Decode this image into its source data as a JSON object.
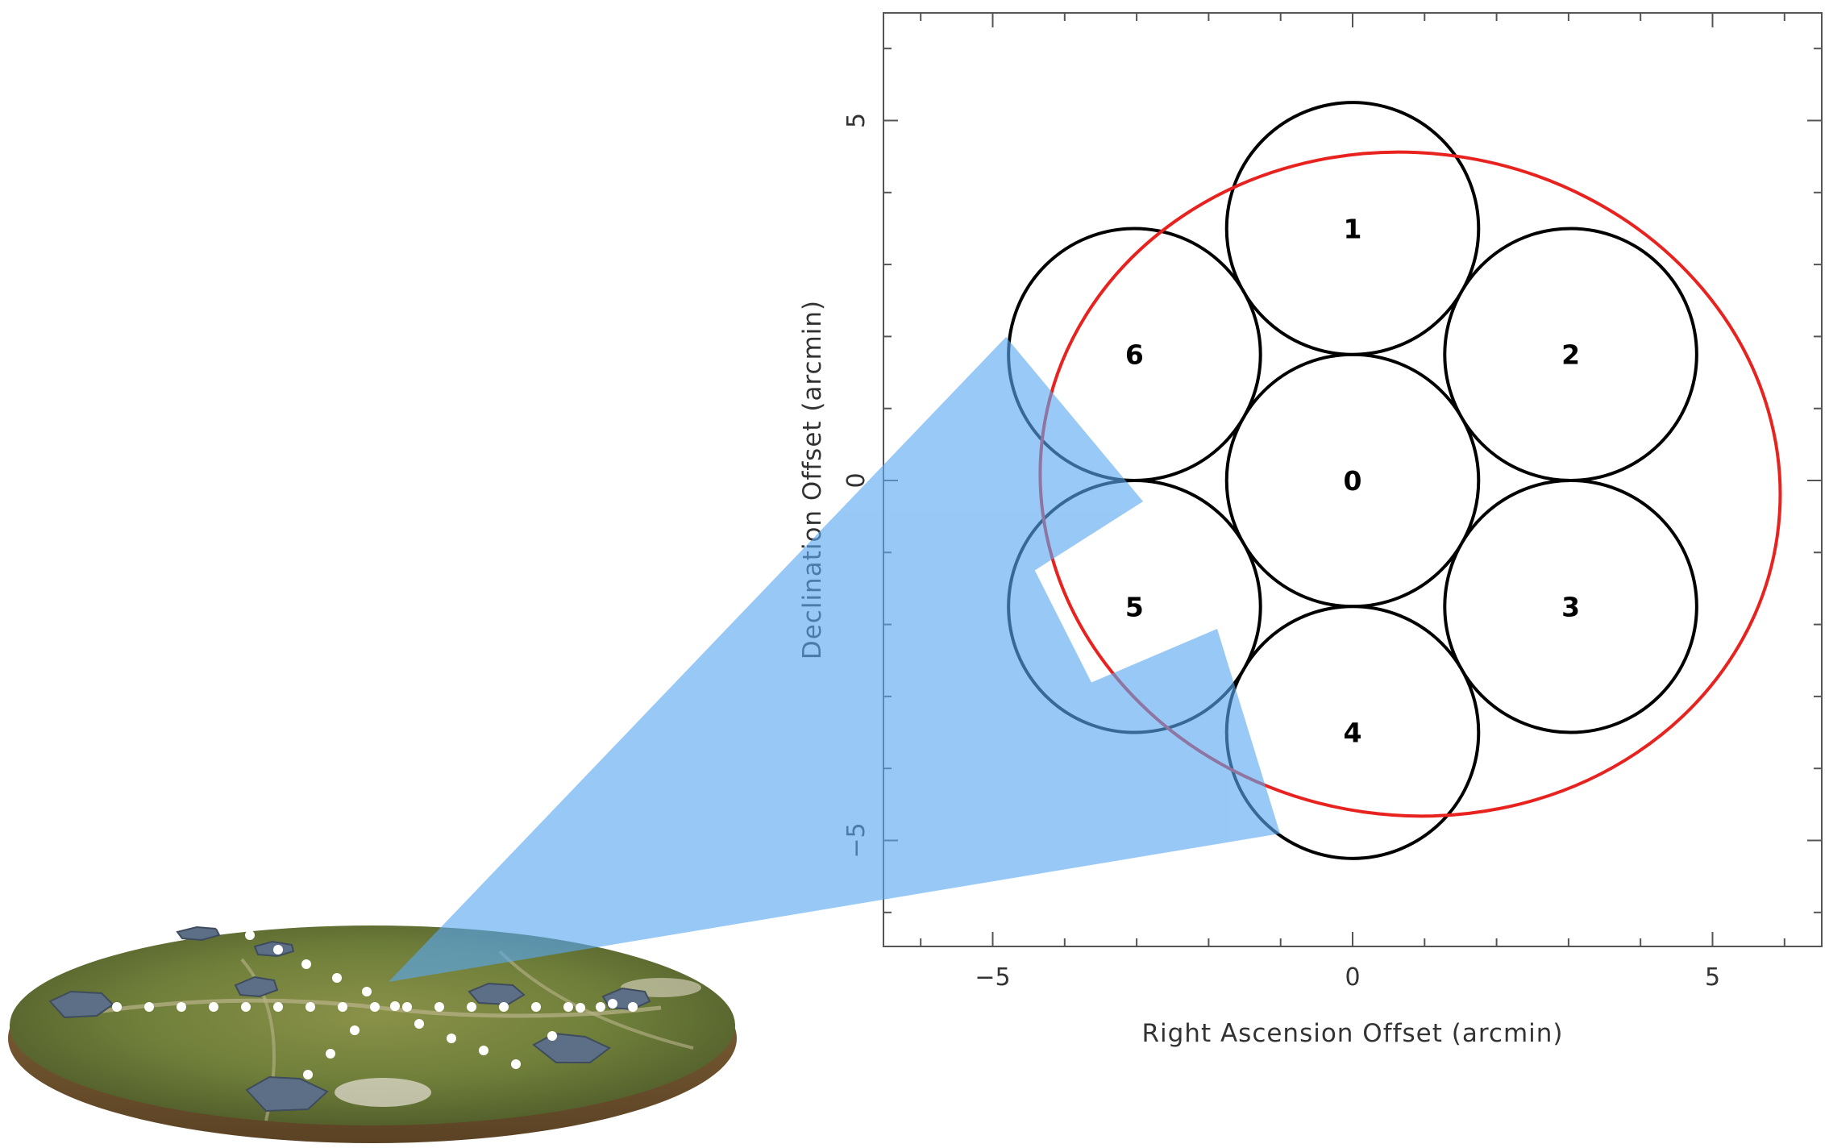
{
  "plot": {
    "x_axis_label": "Right Ascension Offset (arcmin)",
    "y_axis_label": "Declination Offset (arcmin)",
    "x_ticks": [
      {
        "value": -5,
        "label": "−5"
      },
      {
        "value": 0,
        "label": "0"
      },
      {
        "value": 5,
        "label": "5"
      }
    ],
    "y_ticks": [
      {
        "value": 5,
        "label": "5"
      },
      {
        "value": 0,
        "label": "0"
      },
      {
        "value": -5,
        "label": "−5"
      }
    ],
    "x_range": [
      -6.6,
      6.5
    ],
    "y_range": [
      -6.6,
      6.5
    ],
    "beam_radius_arcmin": 1.75,
    "beams": [
      {
        "id": "0",
        "x": 0,
        "y": 0
      },
      {
        "id": "1",
        "x": 0,
        "y": 3.5
      },
      {
        "id": "2",
        "x": 3.03,
        "y": 1.75
      },
      {
        "id": "3",
        "x": 3.03,
        "y": -1.75
      },
      {
        "id": "4",
        "x": 0,
        "y": -3.5
      },
      {
        "id": "5",
        "x": -3.03,
        "y": -1.75
      },
      {
        "id": "6",
        "x": -3.03,
        "y": 1.75
      }
    ],
    "ellipse": {
      "cx": 0.8,
      "cy": -0.05,
      "rx": 5.15,
      "ry": 4.6,
      "rotation_deg": 8
    },
    "ellipse_color": "#e8231f",
    "beam_color": "#000000"
  },
  "photo": {
    "subject": "aerial-view-of-radio-telescope-station",
    "ground_color": "#6f7f3a",
    "marker_color": "#ffffff"
  },
  "projection": {
    "color": "#5aa8f2"
  }
}
